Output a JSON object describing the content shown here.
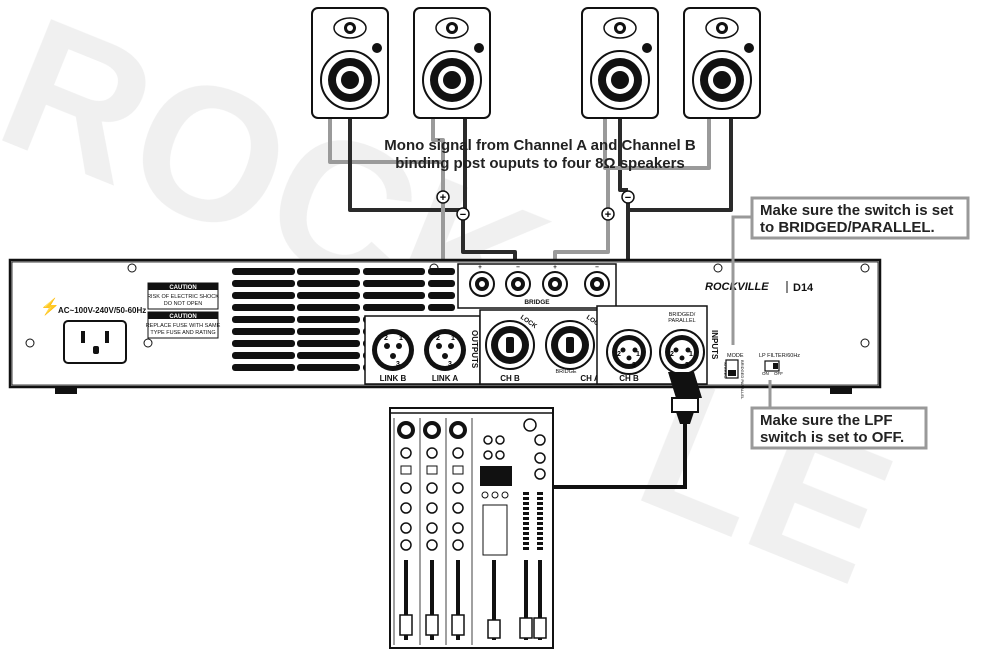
{
  "signal_description": [
    "Mono signal from Channel A and Channel B",
    "binding post ouputs to four 8Ω speakers"
  ],
  "note_mode": [
    "Make sure the switch is set",
    "to BRIDGED/PARALLEL."
  ],
  "note_lpf": [
    "Make sure the LPF",
    "switch is set to OFF."
  ],
  "amp": {
    "brand": "ROCKVILLE",
    "model": "D14",
    "power_label": "AC~100V-240V/50-60Hz",
    "caution_1_title": "CAUTION",
    "caution_1_text": [
      "RISK OF ELECTRIC SHOCK",
      "DO NOT OPEN"
    ],
    "caution_2_title": "CAUTION",
    "caution_2_text": [
      "REPLACE FUSE WITH SAME",
      "TYPE FUSE AND RATING"
    ],
    "link_b": "LINK B",
    "link_a": "LINK A",
    "outputs": "OUTPUTS",
    "inputs": "INPUTS",
    "speakon_ch_b": "CH B",
    "speakon_ch_a": "CH A",
    "input_ch_b": "CH B",
    "bridge": "BRIDGE",
    "bridge_binding": "BRIDGE",
    "lock": "LOCK",
    "bridged_parallel": [
      "BRIDGED/",
      "PARALLEL"
    ],
    "mode": "MODE",
    "stereo": "STEREO",
    "bridged_parallel_short": "BRIDGED PARALLEL",
    "lpf_filter": "LP FILTER/60Hz",
    "on": "ON",
    "off": "OFF",
    "pin_2": "2",
    "pin_1": "1",
    "pin_3": "3",
    "plus": "+",
    "minus": "−"
  }
}
